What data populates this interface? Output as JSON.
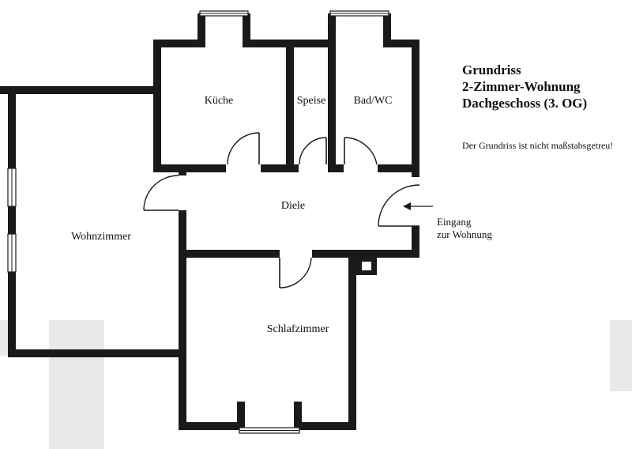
{
  "title": {
    "line1": "Grundriss",
    "line2": "2-Zimmer-Wohnung",
    "line3": "Dachgeschoss (3. OG)"
  },
  "disclaimer": "Der Grundriss ist nicht maßstabsgetreu!",
  "entrance": {
    "line1": "Eingang",
    "line2": "zur Wohnung"
  },
  "rooms": {
    "kueche": "Küche",
    "speise": "Speise",
    "bad": "Bad/WC",
    "diele": "Diele",
    "wohnzimmer": "Wohnzimmer",
    "schlafzimmer": "Schlafzimmer"
  },
  "colors": {
    "wall": "#1a1a1a",
    "background": "#ffffff"
  }
}
